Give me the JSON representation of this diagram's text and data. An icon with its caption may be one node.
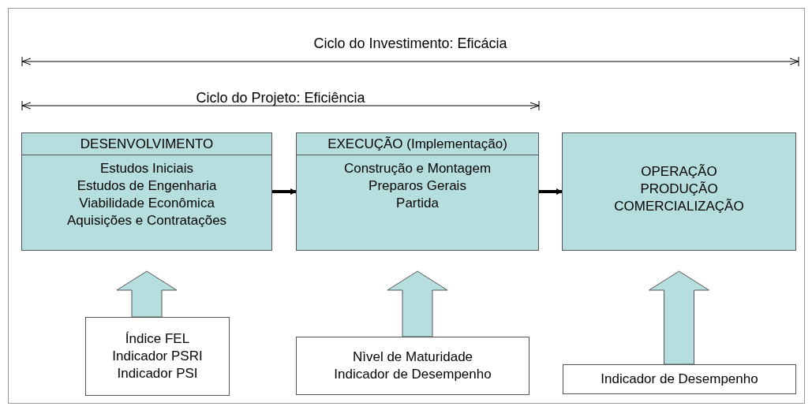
{
  "diagram": {
    "nodes": [
      {
        "text": [
          "DESENVOLVIMENTO",
          "Estudos Iniciais",
          "Estudos de Engenharia",
          "Viabilidade Econômica",
          "Aquisições e Contratações"
        ]
      },
      {
        "text": [
          "EXECUÇÃO (Implementação)",
          "Construção e Montagem",
          "Preparos Gerais",
          "Partida"
        ]
      },
      {
        "text": [
          "OPERAÇÃO",
          "PRODUÇÃO",
          "COMERCIALIZAÇÃO"
        ]
      },
      {
        "text": [
          "Índice FEL",
          "Indicador PSRI",
          "Indicador PSI"
        ]
      },
      {
        "text": [
          "Nìvel de Maturidade",
          "Indicador de Desempenho"
        ]
      },
      {
        "text": [
          "Indicador de Desempenho"
        ]
      }
    ],
    "edges": [
      {
        "from": 0,
        "to": 1,
        "arrow": "to"
      },
      {
        "from": 1,
        "to": 2,
        "arrow": "to"
      },
      {
        "from": 3,
        "to": 0,
        "arrow": "to",
        "style": "thick",
        "color": "#b7dede"
      },
      {
        "from": 4,
        "to": 1,
        "arrow": "to",
        "style": "thick",
        "color": "#b7dede"
      },
      {
        "from": 5,
        "to": 2,
        "arrow": "to",
        "style": "thick",
        "color": "#b7dede"
      }
    ],
    "labels": [
      "Ciclo do Investimento: Eficácia",
      "Ciclo do Projeto: Eficiência"
    ]
  }
}
